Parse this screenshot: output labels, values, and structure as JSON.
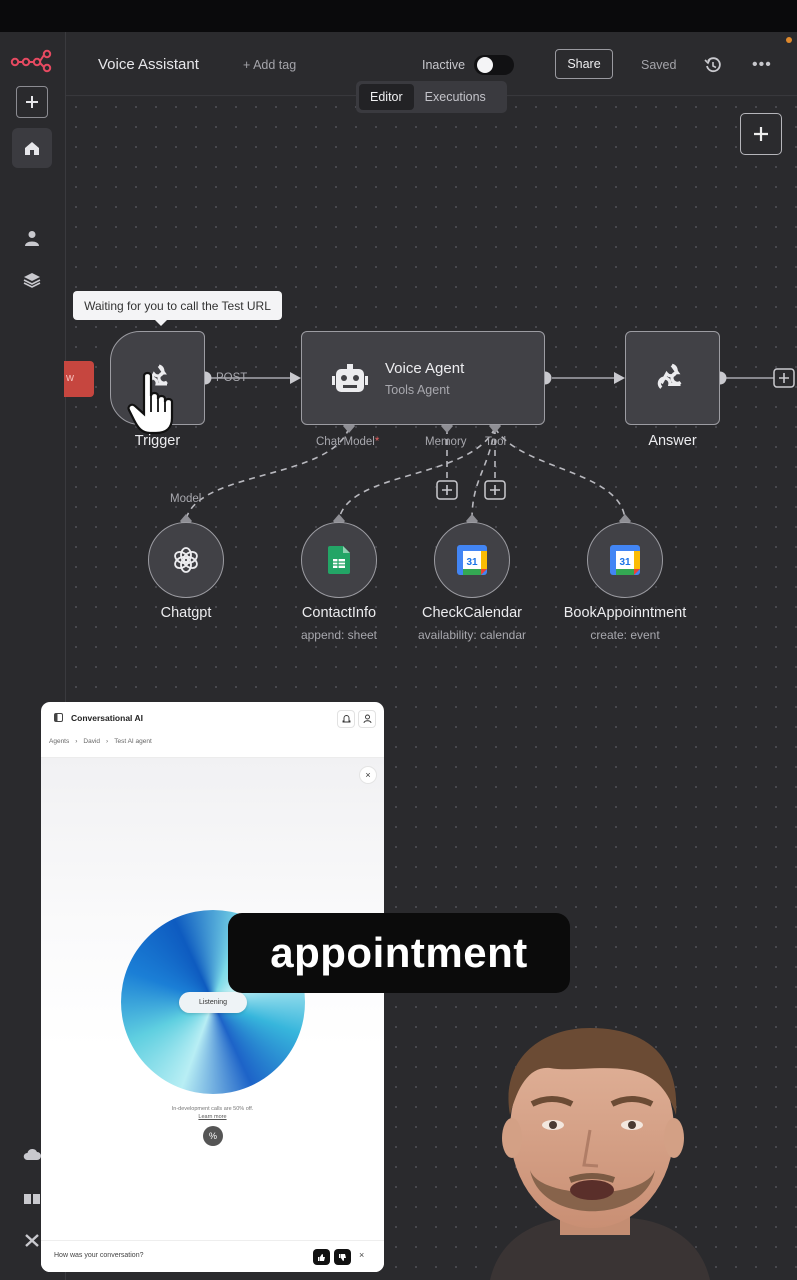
{
  "header": {
    "title": "Voice Assistant",
    "add_tag": "+ Add tag",
    "status_label": "Inactive",
    "share": "Share",
    "saved": "Saved",
    "more": "•••"
  },
  "tabs": [
    {
      "label": "Editor"
    },
    {
      "label": "Executions"
    }
  ],
  "tooltip": "Waiting for you to call the Test URL",
  "red_node_label": "w",
  "nodes": {
    "trigger": {
      "label": "Trigger"
    },
    "voice_agent": {
      "label": "Voice Agent",
      "sub": "Tools Agent"
    },
    "answer": {
      "label": "Answer"
    },
    "post_label": "POST",
    "chat_model": "Chat Model",
    "chat_model_required": "*",
    "memory": "Memory",
    "tool": "Tool",
    "model": "Model"
  },
  "sub_nodes": [
    {
      "label": "Chatgpt",
      "sub": "",
      "icon": "openai-icon"
    },
    {
      "label": "ContactInfo",
      "sub": "append: sheet",
      "icon": "google-sheets-icon"
    },
    {
      "label": "CheckCalendar",
      "sub": "availability: calendar",
      "icon": "google-calendar-icon"
    },
    {
      "label": "BookAppoinntment",
      "sub": "create: event",
      "icon": "google-calendar-icon"
    }
  ],
  "calendar_day": "31",
  "panel": {
    "title": "Conversational AI",
    "breadcrumbs": [
      "Agents",
      "David",
      "Test AI agent"
    ],
    "listening": "Listening",
    "dev_note": "In-development calls are 50% off.",
    "learn_more": "Learn more",
    "pct_icon": "%",
    "feedback_question": "How was your conversation?",
    "close": "×"
  },
  "caption": "appointment",
  "colors": {
    "canvas": "#2a2a2d",
    "node": "#414146",
    "caption_bg": "#0b0b0b",
    "accent_orange": "#e0892c",
    "trigger_red": "#c6463f"
  }
}
